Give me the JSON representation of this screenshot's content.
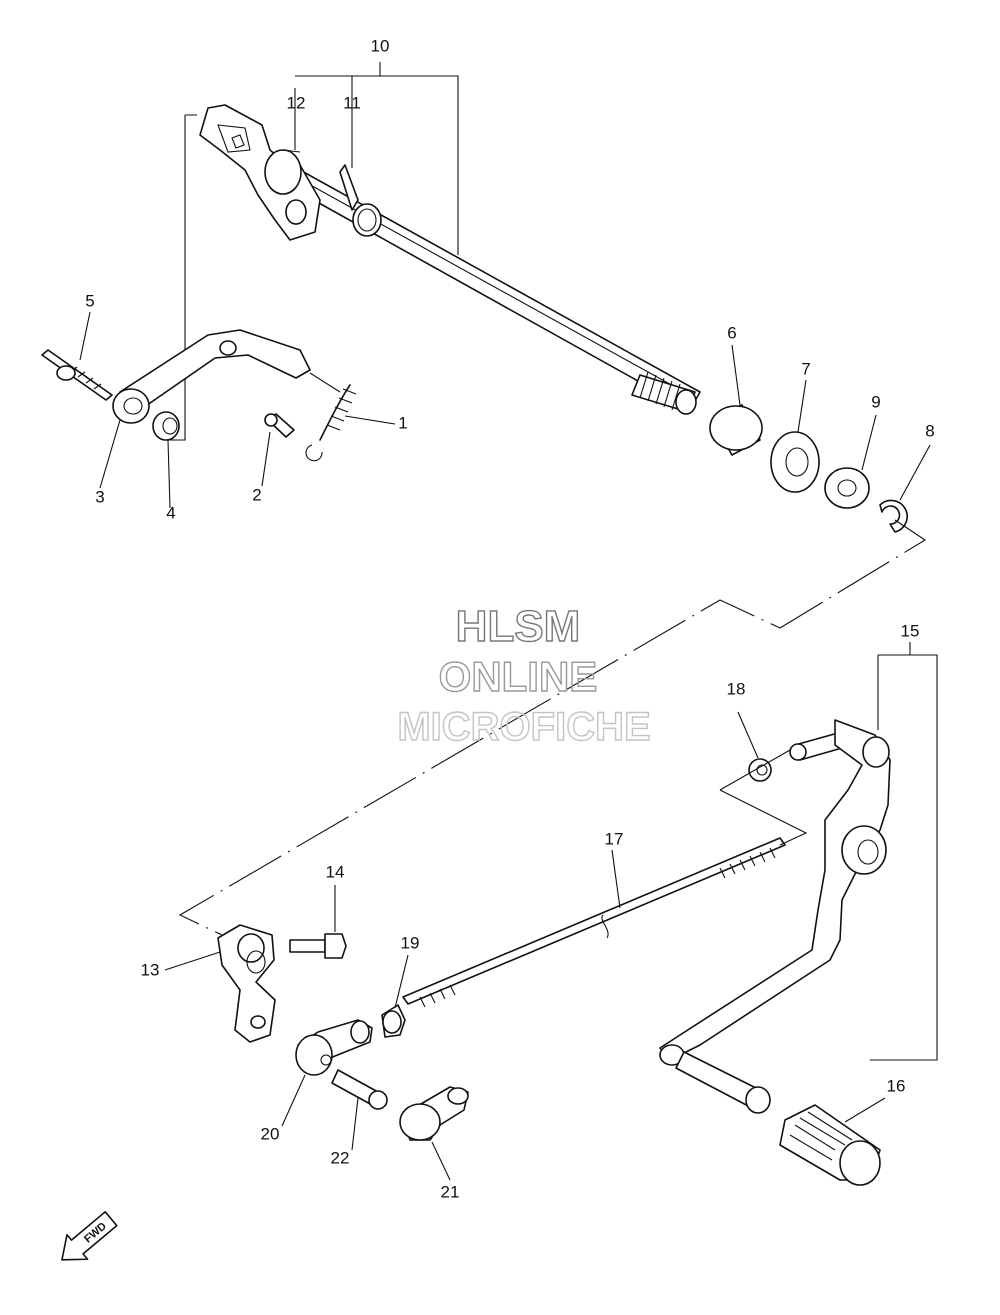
{
  "watermark": {
    "line1": "HLSM",
    "line2": "ONLINE",
    "line3": "MICROFICHE"
  },
  "direction_marker": {
    "label": "FWD",
    "icon": "forward-arrow-icon"
  },
  "callouts": [
    "1",
    "2",
    "3",
    "4",
    "5",
    "6",
    "7",
    "8",
    "9",
    "10",
    "11",
    "12",
    "13",
    "14",
    "15",
    "16",
    "17",
    "18",
    "19",
    "20",
    "21",
    "22"
  ]
}
